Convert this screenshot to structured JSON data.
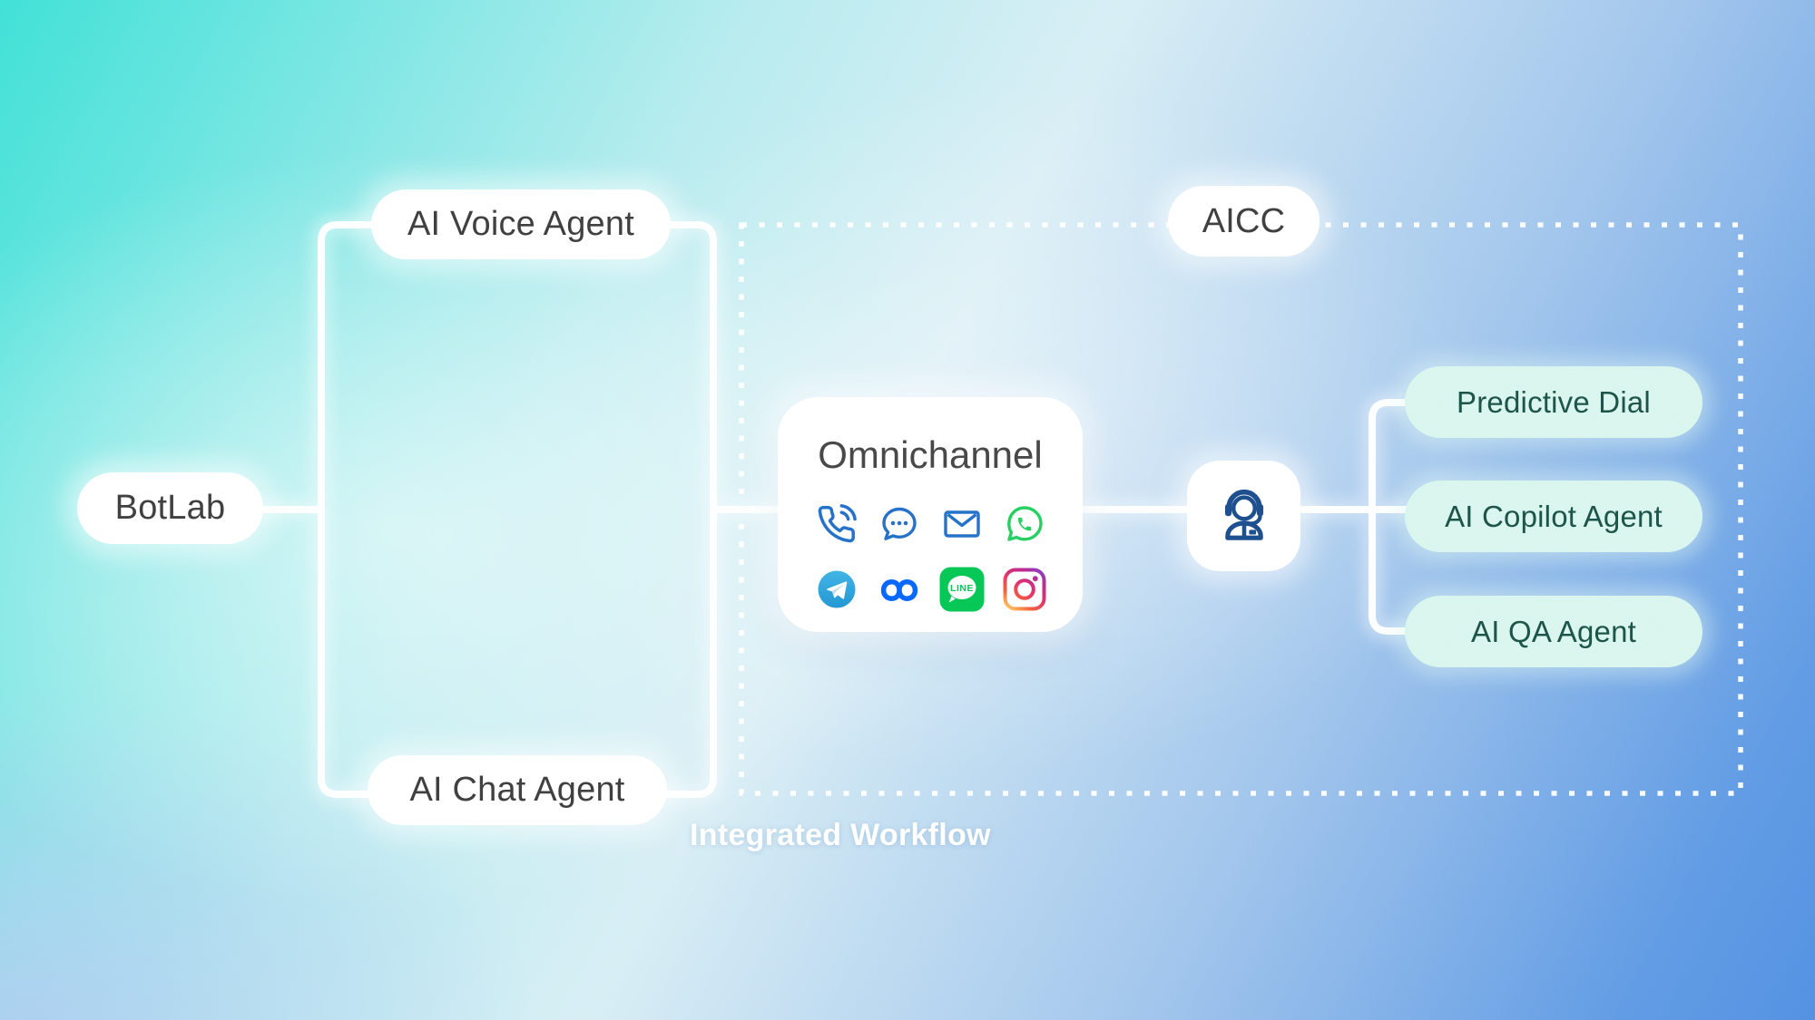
{
  "nodes": {
    "botlab": "BotLab",
    "voice": "AI Voice Agent",
    "chat": "AI Chat Agent",
    "aicc": "AICC",
    "omni_title": "Omnichannel",
    "predictive": "Predictive Dial",
    "copilot": "AI Copilot Agent",
    "qa": "AI QA Agent",
    "workflow": "Integrated Workflow"
  },
  "channels": [
    {
      "name": "phone-icon"
    },
    {
      "name": "chat-bubble-icon"
    },
    {
      "name": "email-icon"
    },
    {
      "name": "whatsapp-icon"
    },
    {
      "name": "telegram-icon"
    },
    {
      "name": "meta-icon"
    },
    {
      "name": "line-icon",
      "badge": "LINE"
    },
    {
      "name": "instagram-icon"
    }
  ],
  "agent_icon": "support-agent-icon",
  "colors": {
    "bg_turquoise": "#40e1d7",
    "bg_blue": "#5390e2",
    "connector_white": "#ffffff",
    "mint_pill": "#d9f6ee",
    "mint_text": "#1d5348",
    "dark_text": "#3f3f3f",
    "outline_icon_blue": "#2570c8",
    "whatsapp_green": "#25cf60",
    "telegram_blue": "#35a9df",
    "meta_blue": "#0866ff",
    "line_green": "#06c755",
    "instagram_pink": "#e0306e",
    "agent_navy": "#1d4e8d"
  }
}
